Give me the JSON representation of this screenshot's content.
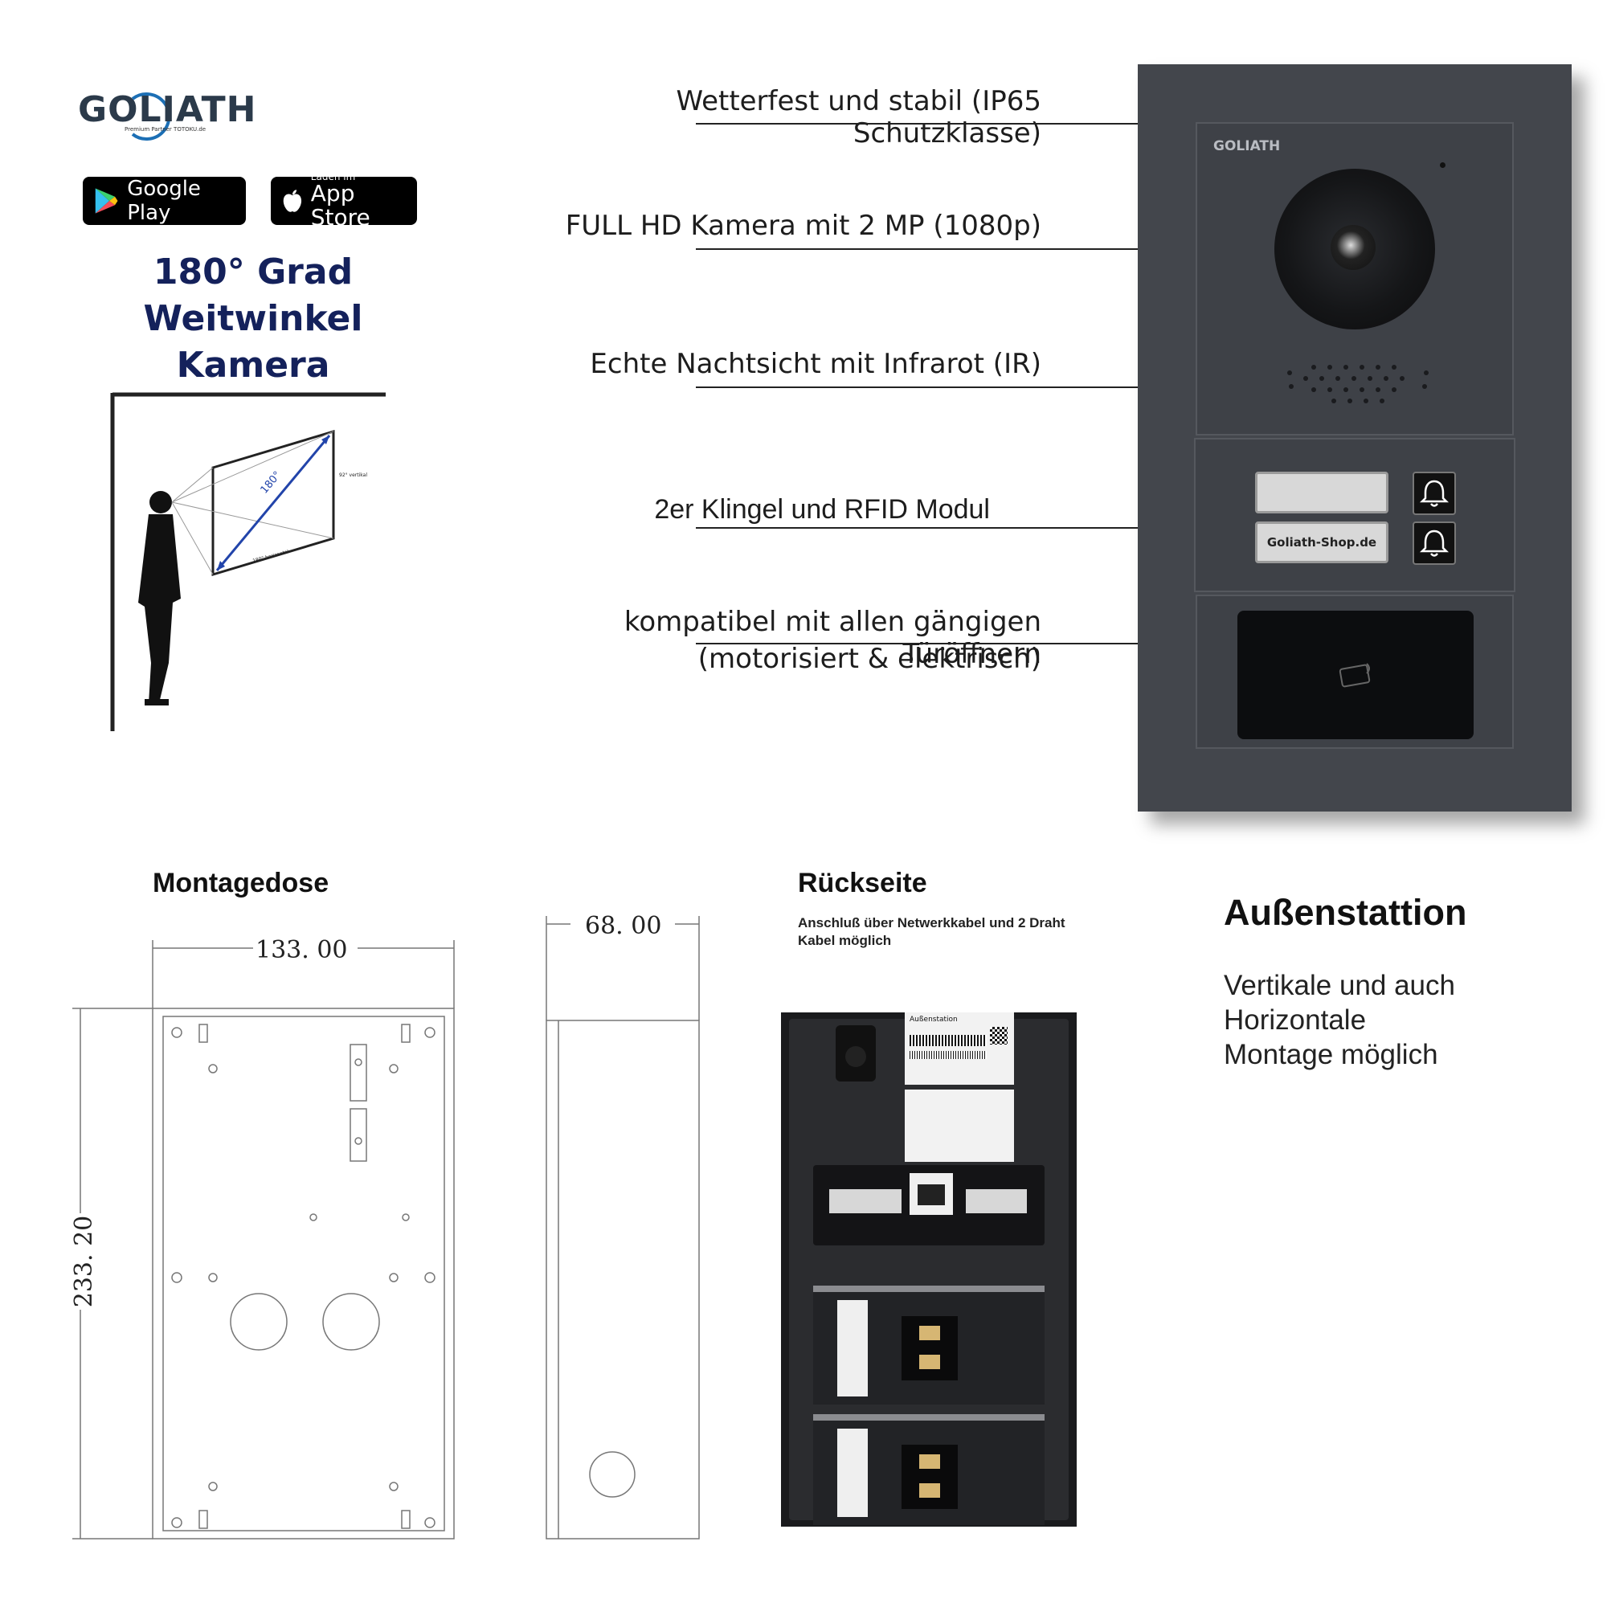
{
  "logo": {
    "name": "GOLIATH",
    "tagline": "Premium Partner TOTOKU.de"
  },
  "badges": {
    "google_play": {
      "label": "Google Play"
    },
    "app_store": {
      "small": "Laden im",
      "label": "App Store"
    }
  },
  "camera_heading": {
    "line1": "180° Grad",
    "line2": "Weitwinkel Kamera"
  },
  "diagram": {
    "angle_label": "180°",
    "vertical_label": "92° vertikal",
    "horizontal_label": "180° horizontal"
  },
  "features": [
    "Wetterfest und stabil (IP65 Schutzklasse)",
    "FULL HD Kamera mit 2 MP (1080p)",
    "Echte Nachtsicht mit Infrarot (IR)",
    "2er Klingel und RFID Modul",
    "kompatibel mit allen gängigen Türöffnern",
    "(motorisiert & elektrisch)"
  ],
  "device": {
    "brand": "GOLIATH",
    "nameplate": "Goliath-Shop.de"
  },
  "montagedose": {
    "title": "Montagedose",
    "width": "133. 00",
    "height": "233. 20",
    "depth": "68. 00"
  },
  "rueckseite": {
    "title": "Rückseite",
    "subtitle": "Anschluß über Netwerkkabel und 2 Draht Kabel möglich",
    "label_title": "Außenstation"
  },
  "aussenstation": {
    "title": "Außenstattion",
    "line1": "Vertikale und auch",
    "line2": "Horizontale",
    "line3": "Montage möglich"
  }
}
